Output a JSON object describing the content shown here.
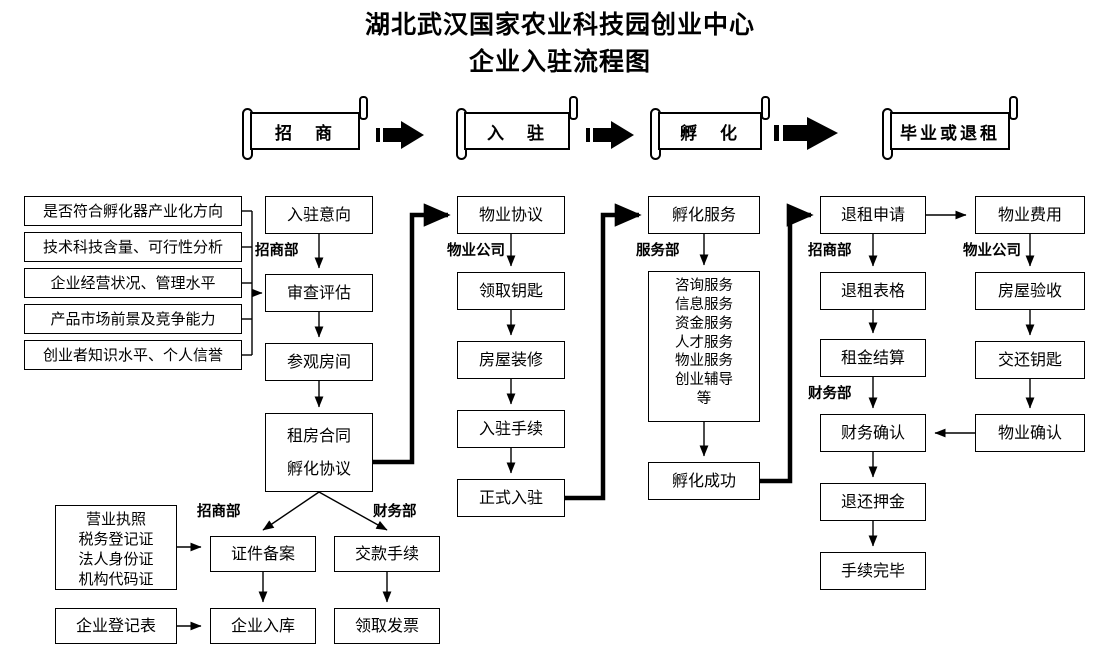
{
  "title": {
    "line1": "湖北武汉国家农业科技园创业中心",
    "line2": "企业入驻流程图"
  },
  "stages": [
    {
      "label": "招　商"
    },
    {
      "label": "入　驻"
    },
    {
      "label": "孵　化"
    },
    {
      "label": "毕业或退租"
    }
  ],
  "criteria": {
    "items": [
      "是否符合孵化器产业化方向",
      "技术科技含量、可行性分析",
      "企业经营状况、管理水平",
      "产品市场前景及竞争能力",
      "创业者知识水平、个人信誉"
    ]
  },
  "col_recruit": {
    "dept": "招商部",
    "steps": [
      "入驻意向",
      "审查评估",
      "参观房间"
    ],
    "contract_line1": "租房合同",
    "contract_line2": "孵化协议"
  },
  "col_movein": {
    "dept": "物业公司",
    "steps": [
      "物业协议",
      "领取钥匙",
      "房屋装修",
      "入驻手续",
      "正式入驻"
    ]
  },
  "col_incubate": {
    "dept": "服务部",
    "head": "孵化服务",
    "services": [
      "咨询服务",
      "信息服务",
      "资金服务",
      "人才服务",
      "物业服务",
      "创业辅导",
      "等"
    ],
    "tail": "孵化成功"
  },
  "col_exit": {
    "dept1": "招商部",
    "dept2": "财务部",
    "steps": [
      "退租申请",
      "退租表格",
      "租金结算",
      "财务确认",
      "退还押金",
      "手续完毕"
    ]
  },
  "col_property": {
    "dept": "物业公司",
    "steps": [
      "物业费用",
      "房屋验收",
      "交还钥匙",
      "物业确认"
    ]
  },
  "bottom": {
    "documents": [
      "营业执照",
      "税务登记证",
      "法人身份证",
      "机构代码证"
    ],
    "registration_form": "企业登记表",
    "dept_recruit": "招商部",
    "dept_finance": "财务部",
    "recruit_steps": [
      "证件备案",
      "企业入库"
    ],
    "finance_steps": [
      "交款手续",
      "领取发票"
    ]
  },
  "colors": {
    "ink": "#000000",
    "paper": "#ffffff"
  }
}
